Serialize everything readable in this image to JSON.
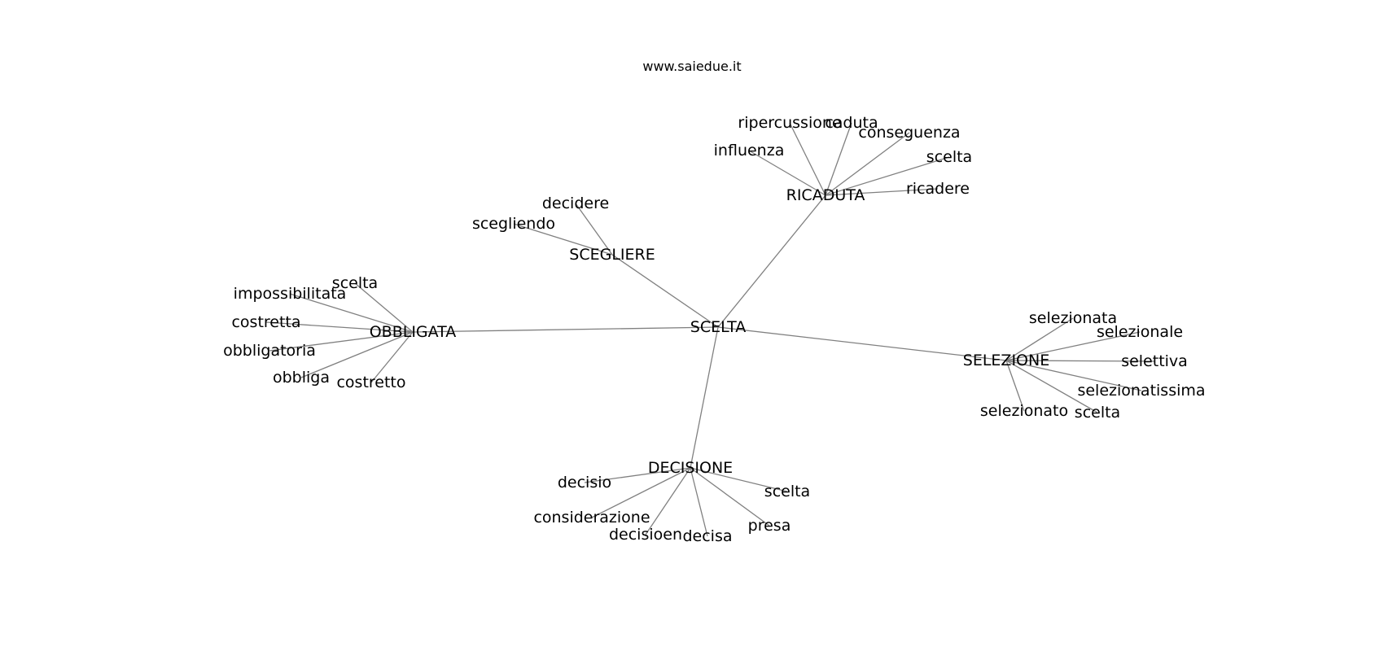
{
  "watermark": "www.saiedue.it",
  "graph": {
    "nodes": [
      {
        "id": "scelta_center",
        "label": "SCELTA"
      },
      {
        "id": "ricaduta",
        "label": "RICADUTA"
      },
      {
        "id": "scegliere",
        "label": "SCEGLIERE"
      },
      {
        "id": "obbligata",
        "label": "OBBLIGATA"
      },
      {
        "id": "selezione",
        "label": "SELEZIONE"
      },
      {
        "id": "decisione",
        "label": "DECISIONE"
      },
      {
        "id": "r_ripercussione",
        "label": "ripercussione"
      },
      {
        "id": "r_caduta",
        "label": "caduta"
      },
      {
        "id": "r_conseguenza",
        "label": "conseguenza"
      },
      {
        "id": "r_influenza",
        "label": "influenza"
      },
      {
        "id": "r_scelta",
        "label": "scelta"
      },
      {
        "id": "r_ricadere",
        "label": "ricadere"
      },
      {
        "id": "sg_decidere",
        "label": "decidere"
      },
      {
        "id": "sg_scegliendo",
        "label": "scegliendo"
      },
      {
        "id": "o_scelta",
        "label": "scelta"
      },
      {
        "id": "o_impossibilitata",
        "label": "impossibilitata"
      },
      {
        "id": "o_costretta",
        "label": "costretta"
      },
      {
        "id": "o_obbligatoria",
        "label": "obbligatoria"
      },
      {
        "id": "o_obbliga",
        "label": "obbliga"
      },
      {
        "id": "o_costretto",
        "label": "costretto"
      },
      {
        "id": "s_selezionata",
        "label": "selezionata"
      },
      {
        "id": "s_selezionale",
        "label": "selezionale"
      },
      {
        "id": "s_selettiva",
        "label": "selettiva"
      },
      {
        "id": "s_selezionatissima",
        "label": "selezionatissima"
      },
      {
        "id": "s_selezionato",
        "label": "selezionato"
      },
      {
        "id": "s_scelta",
        "label": "scelta"
      },
      {
        "id": "d_decisio",
        "label": "decisio"
      },
      {
        "id": "d_considerazione",
        "label": "considerazione"
      },
      {
        "id": "d_decisioen",
        "label": "decisioen"
      },
      {
        "id": "d_decisa",
        "label": "decisa"
      },
      {
        "id": "d_presa",
        "label": "presa"
      },
      {
        "id": "d_scelta",
        "label": "scelta"
      }
    ],
    "edges": [
      [
        "scelta_center",
        "ricaduta"
      ],
      [
        "scelta_center",
        "scegliere"
      ],
      [
        "scelta_center",
        "obbligata"
      ],
      [
        "scelta_center",
        "selezione"
      ],
      [
        "scelta_center",
        "decisione"
      ],
      [
        "ricaduta",
        "r_ripercussione"
      ],
      [
        "ricaduta",
        "r_caduta"
      ],
      [
        "ricaduta",
        "r_conseguenza"
      ],
      [
        "ricaduta",
        "r_influenza"
      ],
      [
        "ricaduta",
        "r_scelta"
      ],
      [
        "ricaduta",
        "r_ricadere"
      ],
      [
        "scegliere",
        "sg_decidere"
      ],
      [
        "scegliere",
        "sg_scegliendo"
      ],
      [
        "obbligata",
        "o_scelta"
      ],
      [
        "obbligata",
        "o_impossibilitata"
      ],
      [
        "obbligata",
        "o_costretta"
      ],
      [
        "obbligata",
        "o_obbligatoria"
      ],
      [
        "obbligata",
        "o_obbliga"
      ],
      [
        "obbligata",
        "o_costretto"
      ],
      [
        "selezione",
        "s_selezionata"
      ],
      [
        "selezione",
        "s_selezionale"
      ],
      [
        "selezione",
        "s_selettiva"
      ],
      [
        "selezione",
        "s_selezionatissima"
      ],
      [
        "selezione",
        "s_selezionato"
      ],
      [
        "selezione",
        "s_scelta"
      ],
      [
        "decisione",
        "d_decisio"
      ],
      [
        "decisione",
        "d_considerazione"
      ],
      [
        "decisione",
        "d_decisioen"
      ],
      [
        "decisione",
        "d_decisa"
      ],
      [
        "decisione",
        "d_presa"
      ],
      [
        "decisione",
        "d_scelta"
      ]
    ]
  }
}
